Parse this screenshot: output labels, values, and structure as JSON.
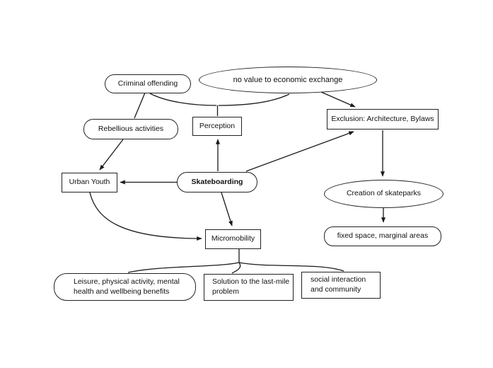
{
  "diagram": {
    "type": "concept-map",
    "background": "#ffffff",
    "stroke_color": "#1a1a1a",
    "nodes": {
      "criminal_offending": {
        "label": "Criminal offending",
        "shape": "rounded-rect"
      },
      "no_value": {
        "label": "no value to economic exchange",
        "shape": "ellipse"
      },
      "rebellious": {
        "label": "Rebellious activities",
        "shape": "rounded-rect"
      },
      "perception": {
        "label": "Perception",
        "shape": "rect"
      },
      "exclusion": {
        "label": "Exclusion: Architecture, Bylaws",
        "shape": "rect"
      },
      "urban_youth": {
        "label": "Urban Youth",
        "shape": "rect"
      },
      "skateboarding": {
        "label": "Skateboarding",
        "shape": "stadium",
        "emphasis": "bold"
      },
      "creation_skateparks": {
        "label": "Creation of skateparks",
        "shape": "ellipse"
      },
      "micromobility": {
        "label": "Micromobility",
        "shape": "rect"
      },
      "fixed_space": {
        "label": "fixed space, marginal areas",
        "shape": "rounded-rect"
      },
      "leisure": {
        "label": "Leisure, physical activity, mental\nhealth and wellbeing benefits",
        "shape": "rounded-rect"
      },
      "solution": {
        "label": "Solution to the last-mile\nproblem",
        "shape": "rect"
      },
      "social": {
        "label": "social interaction\nand community",
        "shape": "rect"
      }
    },
    "edges": [
      {
        "from": "criminal_offending",
        "to": "rebellious",
        "arrow": false
      },
      {
        "from": "criminal_offending",
        "to": "perception",
        "arrow": false,
        "style": "brace-merge"
      },
      {
        "from": "no_value",
        "to": "perception",
        "arrow": false,
        "style": "brace-merge"
      },
      {
        "from": "no_value",
        "to": "exclusion",
        "arrow": true
      },
      {
        "from": "skateboarding",
        "to": "perception",
        "arrow": true
      },
      {
        "from": "skateboarding",
        "to": "exclusion",
        "arrow": true
      },
      {
        "from": "skateboarding",
        "to": "urban_youth",
        "arrow": true
      },
      {
        "from": "rebellious",
        "to": "urban_youth",
        "arrow": true
      },
      {
        "from": "urban_youth",
        "to": "micromobility",
        "arrow": true,
        "style": "curved"
      },
      {
        "from": "skateboarding",
        "to": "micromobility",
        "arrow": true
      },
      {
        "from": "exclusion",
        "to": "creation_skateparks",
        "arrow": true
      },
      {
        "from": "creation_skateparks",
        "to": "fixed_space",
        "arrow": true
      },
      {
        "from": "micromobility",
        "to": "leisure",
        "arrow": false,
        "style": "tree-branch"
      },
      {
        "from": "micromobility",
        "to": "solution",
        "arrow": false,
        "style": "tree-branch"
      },
      {
        "from": "micromobility",
        "to": "social",
        "arrow": false,
        "style": "tree-branch"
      }
    ]
  }
}
